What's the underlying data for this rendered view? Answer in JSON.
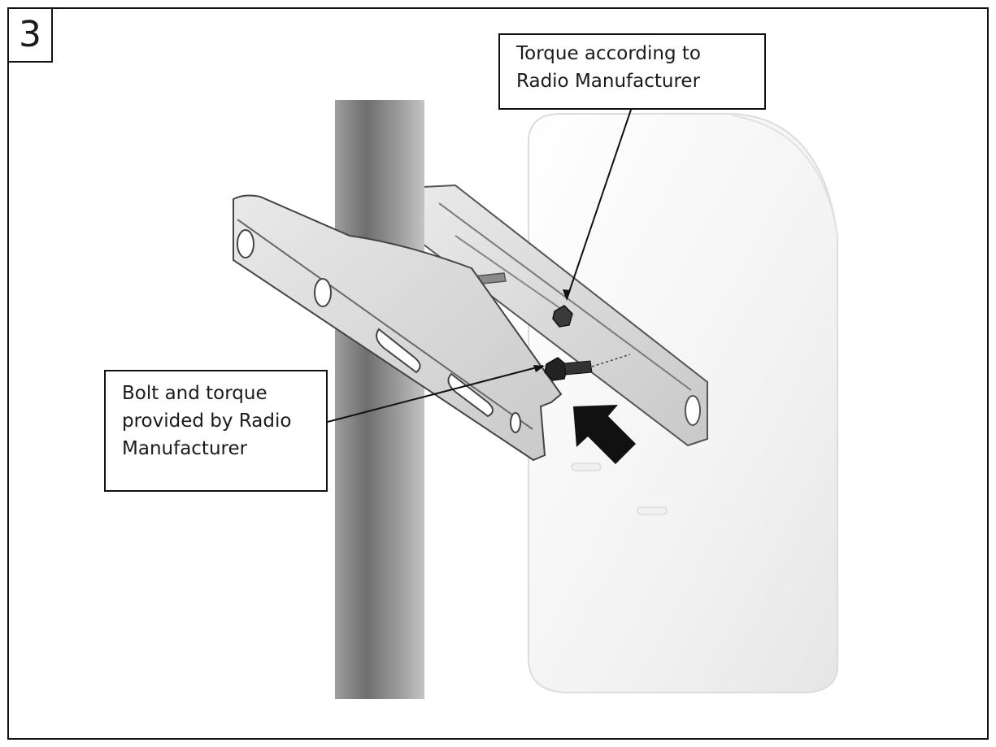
{
  "step": {
    "number": "3"
  },
  "callouts": {
    "torque": {
      "line1": "Torque according to",
      "line2": "Radio Manufacturer"
    },
    "bolt": {
      "line1": "Bolt and torque",
      "line2": "provided by Radio",
      "line3": "Manufacturer"
    }
  },
  "icons": {
    "direction_arrow": "arrow-up-left-icon"
  }
}
